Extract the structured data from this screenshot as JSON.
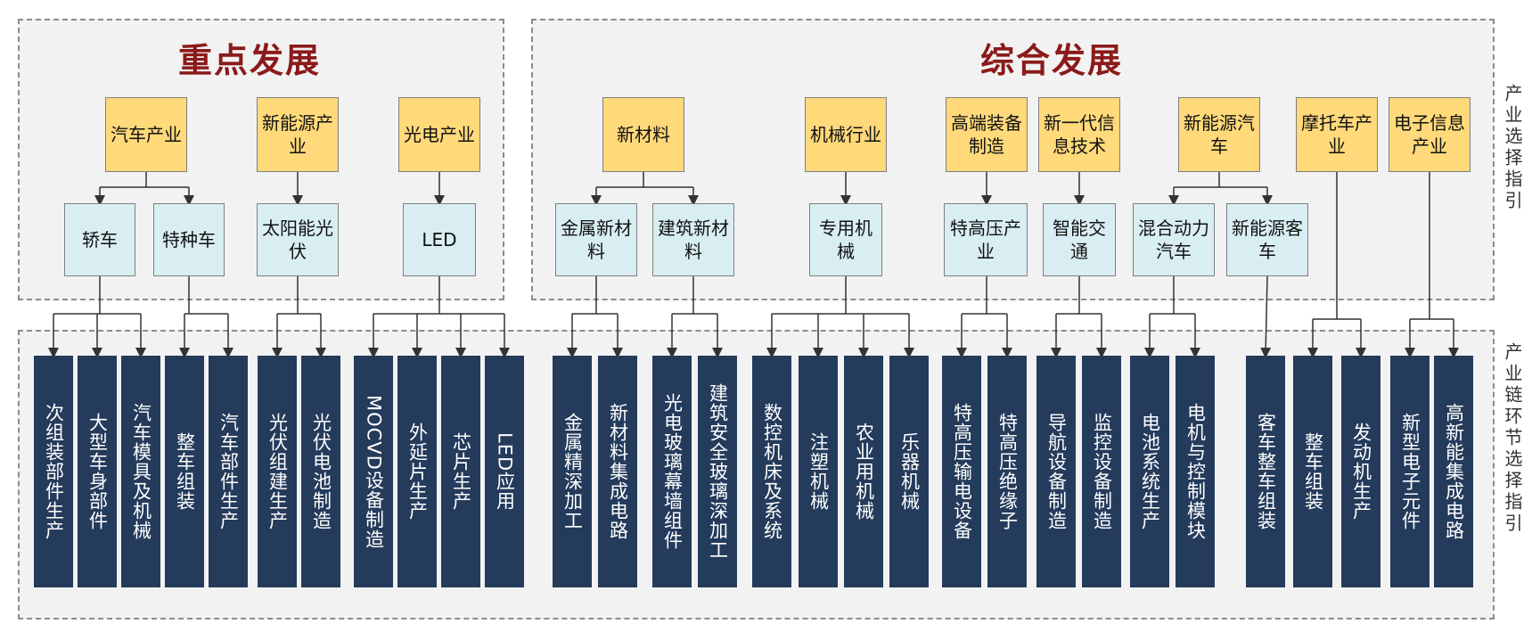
{
  "headings": {
    "focus": "重点发展",
    "comprehensive": "综合发展"
  },
  "side_labels": {
    "industry": "产业选择指引",
    "chain": "产业链环节选择指引"
  },
  "groups": [
    {
      "parent": "汽车产业",
      "children": [
        {
          "label": "轿车",
          "leaves": [
            "次组装部件生产",
            "大型车身部件",
            "汽车模具及机械"
          ]
        },
        {
          "label": "特种车",
          "leaves": [
            "整车组装",
            "汽车部件生产"
          ]
        }
      ]
    },
    {
      "parent": "新能源产业",
      "children": [
        {
          "label": "太阳能光伏",
          "leaves": [
            "光伏组建生产",
            "光伏电池制造"
          ]
        }
      ]
    },
    {
      "parent": "光电产业",
      "children": [
        {
          "label": "LED",
          "leaves": [
            "MOCVD设备制造",
            "外延片生产",
            "芯片生产",
            "LED应用"
          ]
        }
      ]
    },
    {
      "parent": "新材料",
      "children": [
        {
          "label": "金属新材料",
          "leaves": [
            "金属精深加工",
            "新材料集成电路"
          ]
        },
        {
          "label": "建筑新材料",
          "leaves": [
            "光电玻璃幕墙组件",
            "建筑安全玻璃深加工"
          ]
        }
      ]
    },
    {
      "parent": "机械行业",
      "children": [
        {
          "label": "专用机械",
          "leaves": [
            "数控机床及系统",
            "注塑机械",
            "农业用机械",
            "乐器机械"
          ]
        }
      ]
    },
    {
      "parent": "高端装备制造",
      "children": [
        {
          "label": "特高压产业",
          "leaves": [
            "特高压输电设备",
            "特高压绝缘子"
          ]
        }
      ]
    },
    {
      "parent": "新一代信息技术",
      "children": [
        {
          "label": "智能交通",
          "leaves": [
            "导航设备制造",
            "监控设备制造"
          ]
        }
      ]
    },
    {
      "parent": "新能源汽车",
      "children": [
        {
          "label": "混合动力汽车",
          "leaves": [
            "电池系统生产",
            "电机与控制模块"
          ]
        },
        {
          "label": "新能源客车",
          "leaves": [
            "客车整车组装"
          ]
        }
      ]
    },
    {
      "parent": "摩托车产业",
      "children": [
        {
          "label": "",
          "leaves": [
            "整车组装",
            "发动机生产"
          ]
        }
      ]
    },
    {
      "parent": "电子信息产业",
      "children": [
        {
          "label": "",
          "leaves": [
            "新型电子元件",
            "高新能集成电路"
          ]
        }
      ]
    }
  ],
  "colors": {
    "parent_fill": "#ffd97a",
    "child_fill": "#d9eef3",
    "leaf_fill": "#243b5c",
    "heading": "#8b1a1a",
    "panel_fill": "#f2f2f2",
    "panel_border": "#8c8c8c"
  }
}
